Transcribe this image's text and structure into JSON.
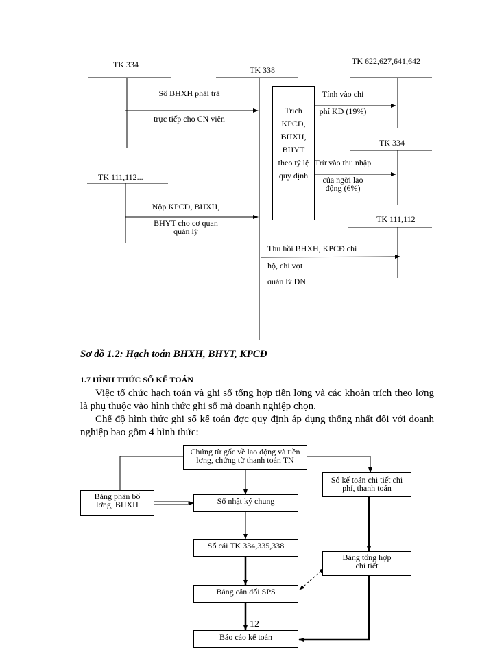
{
  "diagram_1": {
    "accounts": {
      "tk334_left": "TK 334",
      "tk338": "TK 338",
      "tk622": "TK 622,627,641,642",
      "tk334_right": "TK 334",
      "tk111_left": "TK 111,112...",
      "tk111_right": "TK 111,112"
    },
    "center_box": [
      "Trích",
      "KPCĐ,",
      "BHXH,",
      "BHYT",
      "theo tỷ lệ",
      "quy định"
    ],
    "flows": {
      "pay_direct": [
        "Số BHXH phải trả",
        "trực tiếp cho CN viên"
      ],
      "expense": [
        "Tính vào chi",
        "phí KD (19%)"
      ],
      "deduct": [
        "Trừ vào thu nhập",
        "của ngời   lao",
        "động (6%)"
      ],
      "remit": [
        "Nộp KPCĐ, BHXH,",
        "BHYT cho cơ quan",
        "quản lý"
      ],
      "recover": [
        "Thu hồi BHXH, KPCĐ chi",
        "hộ, chi vợt",
        "quản lý DN"
      ]
    }
  },
  "caption": "Sơ đồ 1.2:  Hạch toán BHXH, BHYT, KPCĐ",
  "section": {
    "heading": "1.7 HÌNH THỨC SỔ KẾ TOÁN",
    "paragraphs": [
      "Việc tổ chức hạch toán và ghi sổ tổng hợp tiền lơng   và các khoản trích theo lơng   là phụ thuộc vào hình thức ghi sổ mà doanh nghiệp chọn.",
      "Chế độ hình thức ghi sổ kế toán đợc   quy định áp dụng thống nhất đối với doanh nghiệp bao gồm 4 hình thức:"
    ]
  },
  "diagram_2": {
    "source_docs": [
      "Chứng từ gốc về lao động và tiền",
      "lơng,   chứng từ thanh toán TN"
    ],
    "allocation": [
      "Bảng phân bổ",
      "lơng,    BHXH"
    ],
    "journal": "Sổ nhật ký chung",
    "detail_ledger": [
      "Sổ kế toán chi tiết chi",
      "phí, thanh toán"
    ],
    "general_ledger": "Sổ cái TK 334,335,338",
    "detail_summary": [
      "Bảng tổng hợp",
      "chi tiết"
    ],
    "trial_balance": "Bảng cân đối SPS",
    "report": "Báo cáo kế toán"
  },
  "page_number": "12"
}
